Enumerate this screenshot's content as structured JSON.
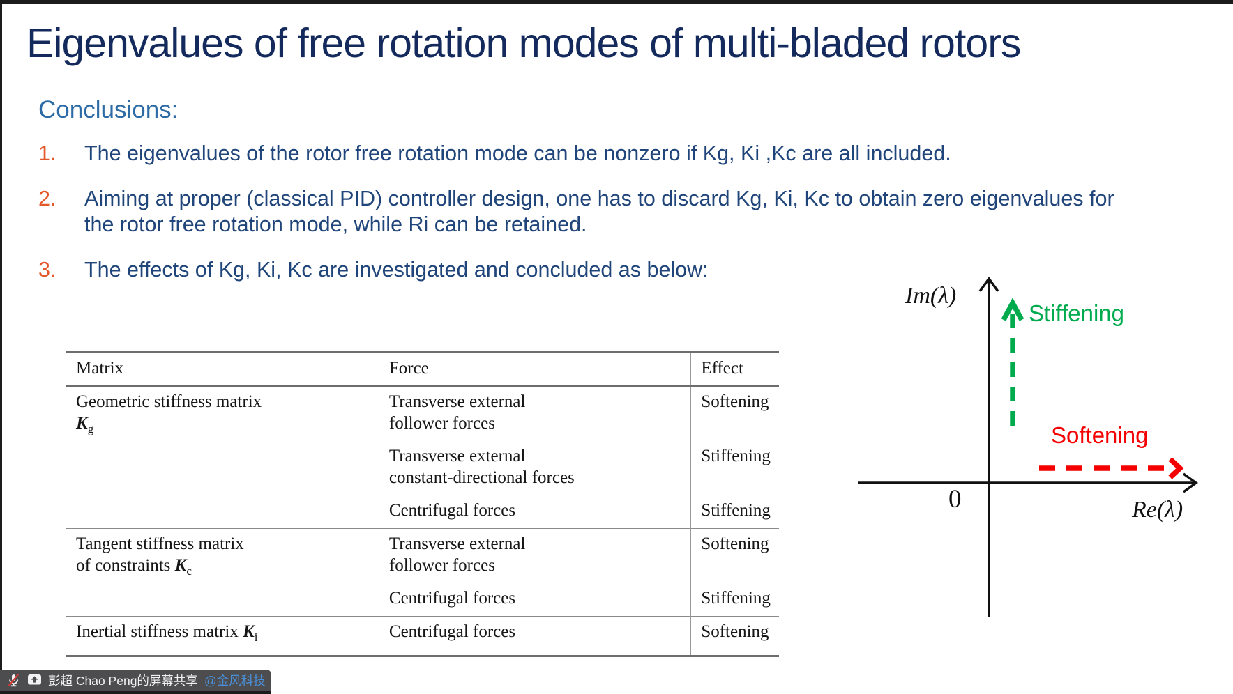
{
  "slide": {
    "title": "Eigenvalues of free rotation modes of multi-bladed rotors",
    "conclusions_heading": "Conclusions:",
    "items": [
      {
        "number": "1.",
        "text": "The eigenvalues of the rotor free rotation mode can be nonzero if Kg, Ki ,Kc are all included."
      },
      {
        "number": "2.",
        "text": "Aiming at proper (classical PID) controller design, one has to discard Kg, Ki, Kc to obtain zero eigenvalues for the rotor free rotation mode, while Ri can be retained."
      },
      {
        "number": "3.",
        "text": "The effects of Kg, Ki, Kc are investigated and concluded as below:"
      }
    ]
  },
  "table": {
    "headers": [
      "Matrix",
      "Force",
      "Effect"
    ],
    "groups": [
      {
        "matrix_line1": "Geometric stiffness matrix",
        "matrix_symbol": "K",
        "matrix_subscript": "g",
        "rows": [
          {
            "force_lines": [
              "Transverse external",
              "follower forces"
            ],
            "effect": "Softening"
          },
          {
            "force_lines": [
              "Transverse external",
              "constant-directional forces"
            ],
            "effect": "Stiffening"
          },
          {
            "force_lines": [
              "Centrifugal forces"
            ],
            "effect": "Stiffening"
          }
        ]
      },
      {
        "matrix_line1": "Tangent stiffness matrix",
        "matrix_line2": "of constraints",
        "matrix_symbol": "K",
        "matrix_subscript": "c",
        "rows": [
          {
            "force_lines": [
              "Transverse external",
              "follower forces"
            ],
            "effect": "Softening"
          },
          {
            "force_lines": [
              "Centrifugal forces"
            ],
            "effect": "Stiffening"
          }
        ]
      },
      {
        "matrix_line1": "Inertial stiffness matrix",
        "matrix_symbol": "K",
        "matrix_subscript": "i",
        "rows": [
          {
            "force_lines": [
              "Centrifugal forces"
            ],
            "effect": "Softening"
          }
        ]
      }
    ]
  },
  "diagram": {
    "y_axis_label": "Im(λ)",
    "x_axis_label": "Re(λ)",
    "origin_label": "0",
    "stiffening_label": "Stiffening",
    "softening_label": "Softening",
    "stiffening_color": "#00ab4e",
    "softening_color": "#f40000",
    "axis_color": "#111111"
  },
  "share_bar": {
    "text": "彭超 Chao Peng的屏幕共享",
    "mention": "@金风科技",
    "mention_color": "#4a90d9",
    "background_color": "#4d4d50"
  }
}
